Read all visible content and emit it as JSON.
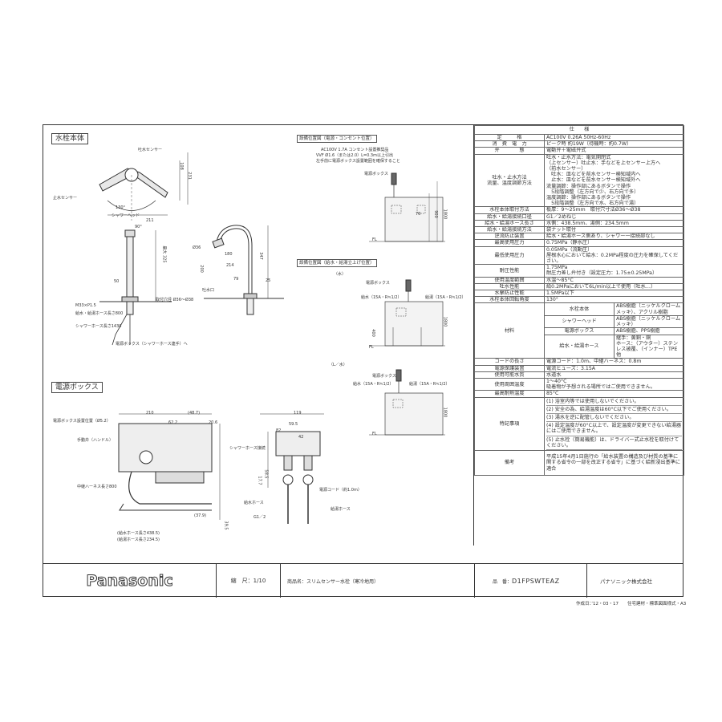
{
  "sections": {
    "faucet_body": "水栓本体",
    "power_box": "電源ボックス",
    "install_pos_1": "設備位置図（電源・コンセント位置）",
    "install_pos_2": "設備位置図（給水・給湯立上げ位置）"
  },
  "drawing_notes": {
    "install_note_1": "AC100V 1.7A コンセント設置推奨品",
    "install_note_2": "VVF Ø1.6（または2.0）L=0.3m以上引出",
    "install_note_3": "左手前に電源ボックス設置範囲を確保すること",
    "power_box_label": "電源ボックス",
    "fl": "FL",
    "cold": "（水）",
    "water_riser": "給水（15A・R≒1/2）",
    "hot_riser": "給湯（15A・R≒1/2）",
    "cold_l": "（L／水）",
    "dims": {
      "d108": "108",
      "d231": "231",
      "d211": "211",
      "d130": "130°",
      "d90": "90°",
      "d50": "50",
      "d325": "最大 325",
      "d36": "Ø36",
      "d200": "200",
      "d214": "214",
      "d347": "347",
      "d180": "180",
      "d79": "79",
      "d25": "25",
      "d1800": "1800",
      "d900": "900",
      "d400": "400",
      "d70": "70",
      "d210": "210",
      "d48": "(48.7)",
      "d62": "62.2",
      "d20": "20.6",
      "d119": "119",
      "d59": "59.5",
      "d82": "82",
      "d42": "42",
      "d17": "17.7",
      "d58": "58.5",
      "d39": "39.5"
    },
    "faucet_labels": {
      "spout_sensor": "吐水センサー",
      "discharge_sensor": "止水センサー",
      "shower": "シャワーヘッド",
      "handle": "吐水口",
      "mount": "取付穴径 Ø36〜Ø38",
      "thread": "M33×P1.5",
      "hose1": "給水・給湯ホース長さ800",
      "hose2": "シャワーホース長さ1430",
      "box_note": "電源ボックス（シャワーホース連手）へ"
    },
    "box_labels": {
      "cord": "電源ボックス設置位置（Ø5.2）",
      "handle_l": "手動弁（ハンドル）",
      "hose_l": "中継ハーネス長さ800",
      "shower_hose": "シャワーホース接続",
      "cold_in": "給水ホース",
      "hot_in": "給湯ホース",
      "cord_len": "電源コード（約1.0m）",
      "g12": "G1／2",
      "hose_len_a": "(給水ホース長さ438.5)",
      "hose_len_b": "(給湯ホース長さ234.5)",
      "len_a": "(37.9)"
    }
  },
  "spec": {
    "title": "仕　　様",
    "rows": [
      {
        "k": "定　　　格",
        "v": "AC100V 0.26A 50Hz-60Hz"
      },
      {
        "k": "消　費　電　力",
        "v": "ピーク時 約19W（待機時：約0.7W）"
      },
      {
        "k": "弁　　　　態",
        "v": "電動弁＋電磁弁式"
      },
      {
        "k": "吐水・止水方法\n流量、温度調節方法",
        "v": "吐水・止水方法：電気開閉式\n（上センサー）吐止水：手などを上センサー上方へ\n（前水センサー）\n　吐水：皿などを前水センサー検知域内へ\n　止水：皿などを前水センサー検知域外へ\n流量調節：操作部にあるボタンで操作\n　5段階調整（左方向で少、右方向で多）\n温度調節：操作部にあるボタンで操作\n　5段階調整（左方向で水、右方向で湯）"
      },
      {
        "k": "水栓本体取付方法",
        "v": "板厚：9〜25mm　取付穴寸法Ø36〜Ø38"
      },
      {
        "k": "給水・給湯接続口径",
        "v": "G1／2めねじ"
      },
      {
        "k": "給水・給湯ホース長さ",
        "v": "水側：438.5mm、湯側：234.5mm"
      },
      {
        "k": "給水・給湯接続方法",
        "v": "袋ナット取付"
      },
      {
        "k": "逆流防止装置",
        "v": "給水・給湯ホース側あり、シャワー一接続部なし"
      },
      {
        "k": "最高使用圧力",
        "v": "0.75MPa（静水圧）"
      },
      {
        "k": "最低使用圧力",
        "v": "0.05MPa（流動圧）\n屋根水心において給水：0.2MPa程度の圧力を確保してください。"
      },
      {
        "k": "耐圧性能",
        "v": "1.75MPa\n耐圧力差し弁付き（設定圧力：1.75±0.25MPa）"
      },
      {
        "k": "使用温度範囲",
        "v": "水温〜85°C"
      },
      {
        "k": "吐水性能",
        "v": "給0.2MPaにおいて6L/min以上で使用（吐水…）"
      },
      {
        "k": "水撃防止性能",
        "v": "1.5MPa以下"
      },
      {
        "k": "水栓本体回転角度",
        "v": "130°"
      }
    ],
    "materials_label": "材料",
    "materials": [
      {
        "k": "水栓本体",
        "v": "ABS樹脂（ニッケルクロームメッキ）、アクリル樹脂"
      },
      {
        "k": "シャワーヘッド",
        "v": "ABS樹脂（ニッケルクロームメッキ）"
      },
      {
        "k": "電源ボックス",
        "v": "ABS樹脂、PPS樹脂"
      },
      {
        "k": "給水・給湯ホース",
        "v": "継手：黄銅・銅\nホース：（アウター）ステンレス被覆、（インナー）TPE他"
      }
    ],
    "rows2": [
      {
        "k": "コードの長さ",
        "v": "電源コード：1.0m、中継ハーネス：0.8m"
      },
      {
        "k": "電源保護装置",
        "v": "電流ヒューズ：3.15A"
      },
      {
        "k": "使用可能水質",
        "v": "水道水"
      },
      {
        "k": "使用周囲温度",
        "v": "1〜40°C\n吸着物が予想される場所ではご使用できません。"
      },
      {
        "k": "最高耐熱温度",
        "v": "85°C"
      }
    ],
    "notes_label": "特記事項",
    "notes": [
      "(1) 浴室内等では使用しないでください。",
      "(2) 安全の為、給湯温度は60°C以下でご使用ください。",
      "(3) 湯水を逆に配管しないでください。",
      "(4) 設定温度が60°C以上で、設定温度が変更できない給湯器にはご使用できません。",
      "(5) 止水栓（簡易機能）は、ドライバー式止水栓を取付けてください。"
    ],
    "remarks_label": "備考",
    "remarks": "平成15年4月1日施行の「給水装置の構造及び材質の基準に関する省令の一部を改正する省令」に基づく給新浸出基準に適合"
  },
  "footer": {
    "logo": "Panasonic",
    "scale_label": "縮　尺：",
    "scale": "1/10",
    "product_label": "商品名：",
    "product": "スリムセンサー水栓（寒冷地用）",
    "model_label": "品　番：",
    "model": "D1FPSWTEAZ",
    "company": "パナソニック株式会社"
  },
  "below_note": "作成日：’12・03・17　　住宅建材・標準図面様式・A3"
}
